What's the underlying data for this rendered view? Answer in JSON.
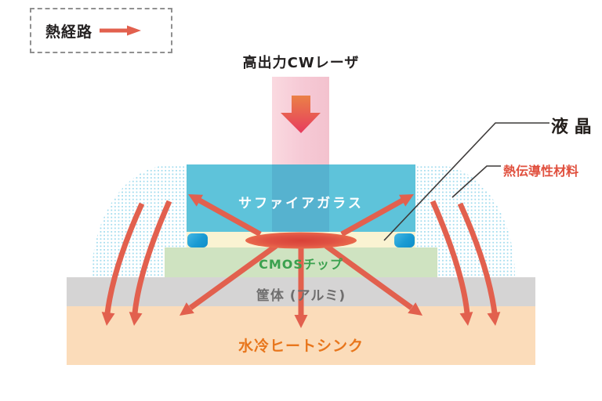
{
  "legend": {
    "label": "熱経路",
    "arrow_icon": "right-arrow"
  },
  "laser": {
    "label": "高出力CWレーザ",
    "arrow_icon": "down-arrow"
  },
  "layers": {
    "sapphire_glass": {
      "label": "サファイアガラス",
      "color": "#5ec3da"
    },
    "liquid_crystal_layer": {
      "color": "#faf3d2"
    },
    "cmos_chip": {
      "label": "CMOSチップ",
      "color": "#cfe3c1",
      "label_color": "#3ba14f"
    },
    "housing": {
      "label": "筐体 (アルミ)",
      "color": "#d5d4d4",
      "label_color": "#6f6e6e"
    },
    "heatsink": {
      "label": "水冷ヒートシンク",
      "color": "#fbdcba",
      "label_color": "#e8761c"
    }
  },
  "callouts": {
    "liquid_crystal": {
      "label": "液 晶",
      "color": "#221d1a"
    },
    "thermal_material": {
      "label": "熱伝導性材料",
      "color": "#e0503e"
    }
  },
  "colors": {
    "heat_arrow": "#e2604e",
    "laser_beam": "#f6c9d5",
    "laser_arrow_top": "#ea8147",
    "laser_arrow_bottom": "#e73b5e",
    "dome_dots": "#a0dbee",
    "spacer_blue": "#1a9bd3",
    "hotspot_center": "#d84137",
    "hotspot_edge": "#eb6f4e",
    "legend_border": "#909090",
    "callout_line": "#3d3a39"
  }
}
